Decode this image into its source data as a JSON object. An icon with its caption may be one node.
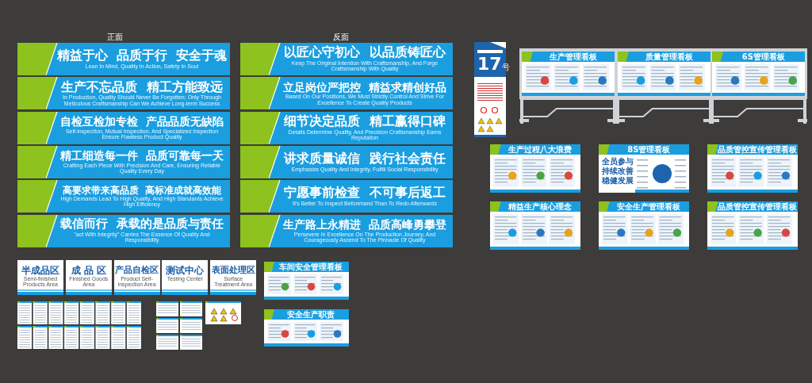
{
  "diagram": {
    "nodes": [
      {
        "text": [
          "精益于心  品质于行  安全于魂",
          "Lean In Mind, Quality In Action, Safety In Soul"
        ]
      },
      {
        "text": [
          "生产不忘品质  精工方能致远",
          "In Production, Quality Should Never Be Forgotten; Only Through Meticulous Craftsmanship Can We Achieve Long-term Success"
        ]
      },
      {
        "text": [
          "自检互检加专检  产品品质无缺陷",
          "Self-inspection, Mutual Inspection, And Specialized Inspection Ensure Flawless Product Quality"
        ]
      },
      {
        "text": [
          "精工细造每一件  品质可靠每一天",
          "Crafting Each Piece With Precision And Care, Ensuring Reliable Quality Every Day"
        ]
      },
      {
        "text": [
          "高要求带来高品质  高标准成就高效能",
          "High Demands Lead To High Quality, And High Standards Achieve High Efficiency"
        ]
      },
      {
        "text": [
          "载信而行  承载的是品质与责任",
          "\"act With Integrity\" Carries The Essence Of Quality And Responsibility"
        ]
      },
      {
        "text": [
          "以匠心守初心  以品质铸匠心",
          "Keep The Original Intention With Craftsmanship, And Forge Craftsmanship With Quality"
        ]
      },
      {
        "text": [
          "立足岗位严把控  精益求精创好品",
          "Based On Our Positions, We Must Strictly Control And Strive For Excellence To Create Quality Products"
        ]
      },
      {
        "text": [
          "细节决定品质  精工赢得口碑",
          "Details Determine Quality, And Precision Craftsmanship Earns Reputation"
        ]
      },
      {
        "text": [
          "讲求质量诚信  践行社会责任",
          "Emphasize Quality And Integrity, Fulfill Social Responsibility"
        ]
      },
      {
        "text": [
          "宁愿事前检查  不可事后返工",
          "It's Better To Inspect Beforehand Than To Redo Afterwards"
        ]
      },
      {
        "text": [
          "生产路上永精进  品质高峰勇攀登",
          "Persevere In Excellence On The Production Journey, And Courageously Ascend To The Pinnacle Of Quality"
        ]
      },
      {
        "text": [
          "17",
          "号"
        ]
      },
      {
        "text": [
          "生产管理看板"
        ]
      },
      {
        "text": [
          "质量管理看板"
        ]
      },
      {
        "text": [
          "6S管理看板"
        ]
      },
      {
        "text": [
          "生产过程八大浪费"
        ]
      },
      {
        "text": [
          "8S管理看板",
          "全员参与持续改善稳健发展"
        ]
      },
      {
        "text": [
          "品质管控宣传管理看板"
        ]
      },
      {
        "text": [
          "精益生产核心理念"
        ]
      },
      {
        "text": [
          "安全生产管理看板"
        ]
      },
      {
        "text": [
          "品质管控宣传管理看板"
        ]
      },
      {
        "text": [
          "半成品区",
          "Semi-finished Products Area"
        ]
      },
      {
        "text": [
          "成 品 区",
          "Finished Goods Area"
        ]
      },
      {
        "text": [
          "产品自检区",
          "Product Self-inspection Area"
        ]
      },
      {
        "text": [
          "测试中心",
          "Testing Center"
        ]
      },
      {
        "text": [
          "表面处理区",
          "Surface Treatment Area"
        ]
      },
      {
        "text": [
          "车间安全管理看板"
        ]
      },
      {
        "text": [
          "安全生产职责"
        ]
      }
    ],
    "labels": [
      "正面",
      "反面"
    ]
  }
}
